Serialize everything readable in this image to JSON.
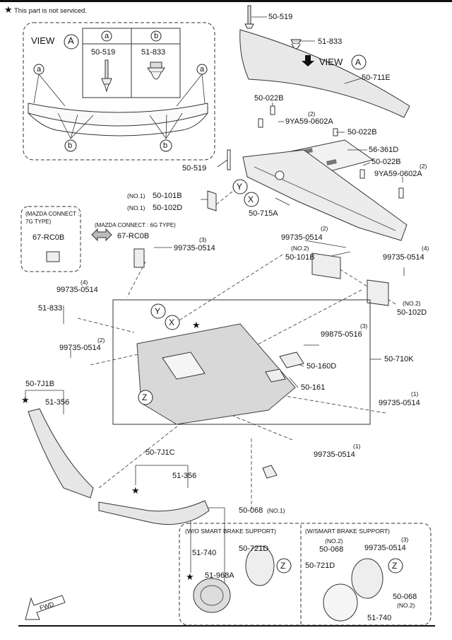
{
  "legend": {
    "star": "★",
    "note": "This part is not serviced."
  },
  "view_a": {
    "title": "VIEW",
    "letter": "A",
    "col_a": "a",
    "col_b": "b",
    "part_a": "50-519",
    "part_b": "51-833",
    "callout_a": "a",
    "callout_b": "b"
  },
  "callouts": {
    "x": "X",
    "y": "Y",
    "z": "Z"
  },
  "labels": {
    "p50_519_top": "50-519",
    "p51_833_top": "51-833",
    "view_a_arrow": "VIEW",
    "p50_711e": "50-711E",
    "p50_022b_1": "50-022B",
    "p9ya59_qty_1": "(2)",
    "p9ya59_1": "9YA59-0602A",
    "p50_022b_2": "50-022B",
    "p56_361d": "56-361D",
    "p50_022b_3": "50-022B",
    "p9ya59_qty_2": "(2)",
    "p9ya59_2": "9YA59-0602A",
    "p50_519_left": "50-519",
    "p50_101b_pre": "(NO.1)",
    "p50_101b": "50-101B",
    "p50_102d_pre": "(NO.1)",
    "p50_102d": "50-102D",
    "p50_715a": "50-715A",
    "mazda7g_l1": "(MAZDA CONNECT :",
    "mazda7g_l2": "7G TYPE)",
    "p67_rc0b_1": "67-RC0B",
    "mazda6g": "(MAZDA CONNECT : 6G TYPE)",
    "p67_rc0b_2": "67-RC0B",
    "p99735_qty_a": "(3)",
    "p99735_a": "99735-0514",
    "p99735_qty_b": "(2)",
    "p99735_b": "99735-0514",
    "p50_101b_no2_pre": "(NO.2)",
    "p50_101b_no2": "50-101B",
    "p99735_qty_c": "(4)",
    "p99735_c": "99735-0514",
    "p50_102d_no2_pre": "(NO.2)",
    "p50_102d_no2": "50-102D",
    "p99735_qty_d": "(4)",
    "p99735_d": "99735-0514",
    "p51_833_mid": "51-833",
    "p99735_qty_e": "(2)",
    "p99735_e": "99735-0514",
    "p99875_qty": "(3)",
    "p99875": "99875-0516",
    "p50_710k": "50-710K",
    "p50_160d": "50-160D",
    "p50_161": "50-161",
    "p50_7j1b": "50-7J1B",
    "p51_356_a": "51-356",
    "p99735_qty_f": "(1)",
    "p99735_f": "99735-0514",
    "p99735_qty_g": "(1)",
    "p99735_g": "99735-0514",
    "p50_7j1c": "50-7J1C",
    "p51_356_b": "51-356",
    "p50_068_no1": "50-068",
    "p50_068_no1_suf": "(NO.1)",
    "wo_sbs": "(W/O SMART BRAKE SUPPORT)",
    "w_sbs": "(W/SMART BRAKE SUPPORT)",
    "p51_740_a": "51-740",
    "p50_721d_a": "50-721D",
    "p51_968a": "51-968A",
    "p50_068_no2_pre": "(NO.2)",
    "p50_068_no2": "50-068",
    "p99735_qty_h": "(3)",
    "p99735_h": "99735-0514",
    "p50_721d_b": "50-721D",
    "p50_068_no2b": "50-068",
    "p50_068_no2b_suf": "(NO.2)",
    "p51_740_b": "51-740",
    "fwd": "FWD"
  }
}
